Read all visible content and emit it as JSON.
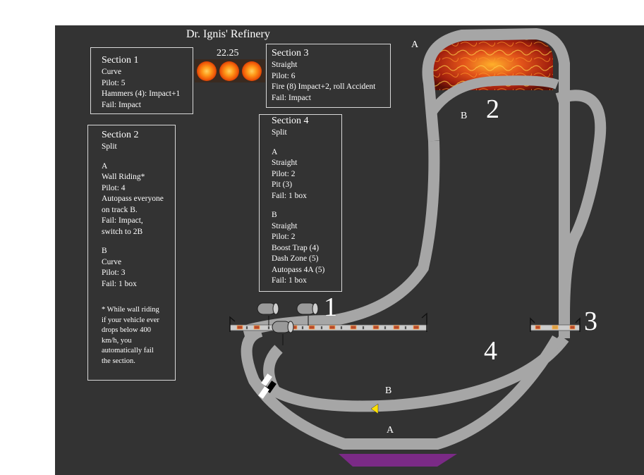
{
  "title": "Dr. Ignis' Refinery",
  "timer": "22.25",
  "section1": {
    "heading": "Section 1",
    "lines": [
      "Curve",
      "Pilot: 5",
      "Hammers (4): Impact+1",
      "Fail: Impact"
    ]
  },
  "section2": {
    "heading": "Section 2",
    "type": "Split",
    "a_label": "A",
    "a_lines": [
      "Wall Riding*",
      "Pilot:  4",
      "Autopass everyone",
      "on track B.",
      "Fail: Impact,",
      "switch to 2B"
    ],
    "b_label": "B",
    "b_lines": [
      "Curve",
      "Pilot: 3",
      "Fail: 1 box"
    ],
    "footnote": [
      "* While wall riding",
      "if your vehicle ever",
      "drops below 400",
      "km/h, you",
      "automatically fail",
      "the section."
    ]
  },
  "section3": {
    "heading": "Section 3",
    "lines": [
      "Straight",
      "Pilot: 6",
      "Fire (8) Impact+2, roll Accident",
      "Fail: Impact"
    ]
  },
  "section4": {
    "heading": "Section 4",
    "type": "Split",
    "a_label": "A",
    "a_lines": [
      "Straight",
      "Pilot: 2",
      "Pit (3)",
      "Fail: 1 box"
    ],
    "b_label": "B",
    "b_lines": [
      "Straight",
      "Pilot: 2",
      "Boost Trap (4)",
      "Dash Zone (5)",
      "Autopass 4A (5)",
      "Fail: 1 box"
    ]
  },
  "map_labels": {
    "n1": "1",
    "n2": "2",
    "n3": "3",
    "n4": "4",
    "lava_a": "A",
    "lava_b": "B",
    "lower_b": "B",
    "lower_a": "A"
  },
  "colors": {
    "background": "#333333",
    "track": "#a6a6a6",
    "lava": "#c0301a",
    "pit": "#7b2a86",
    "marker": "#ffe000"
  }
}
